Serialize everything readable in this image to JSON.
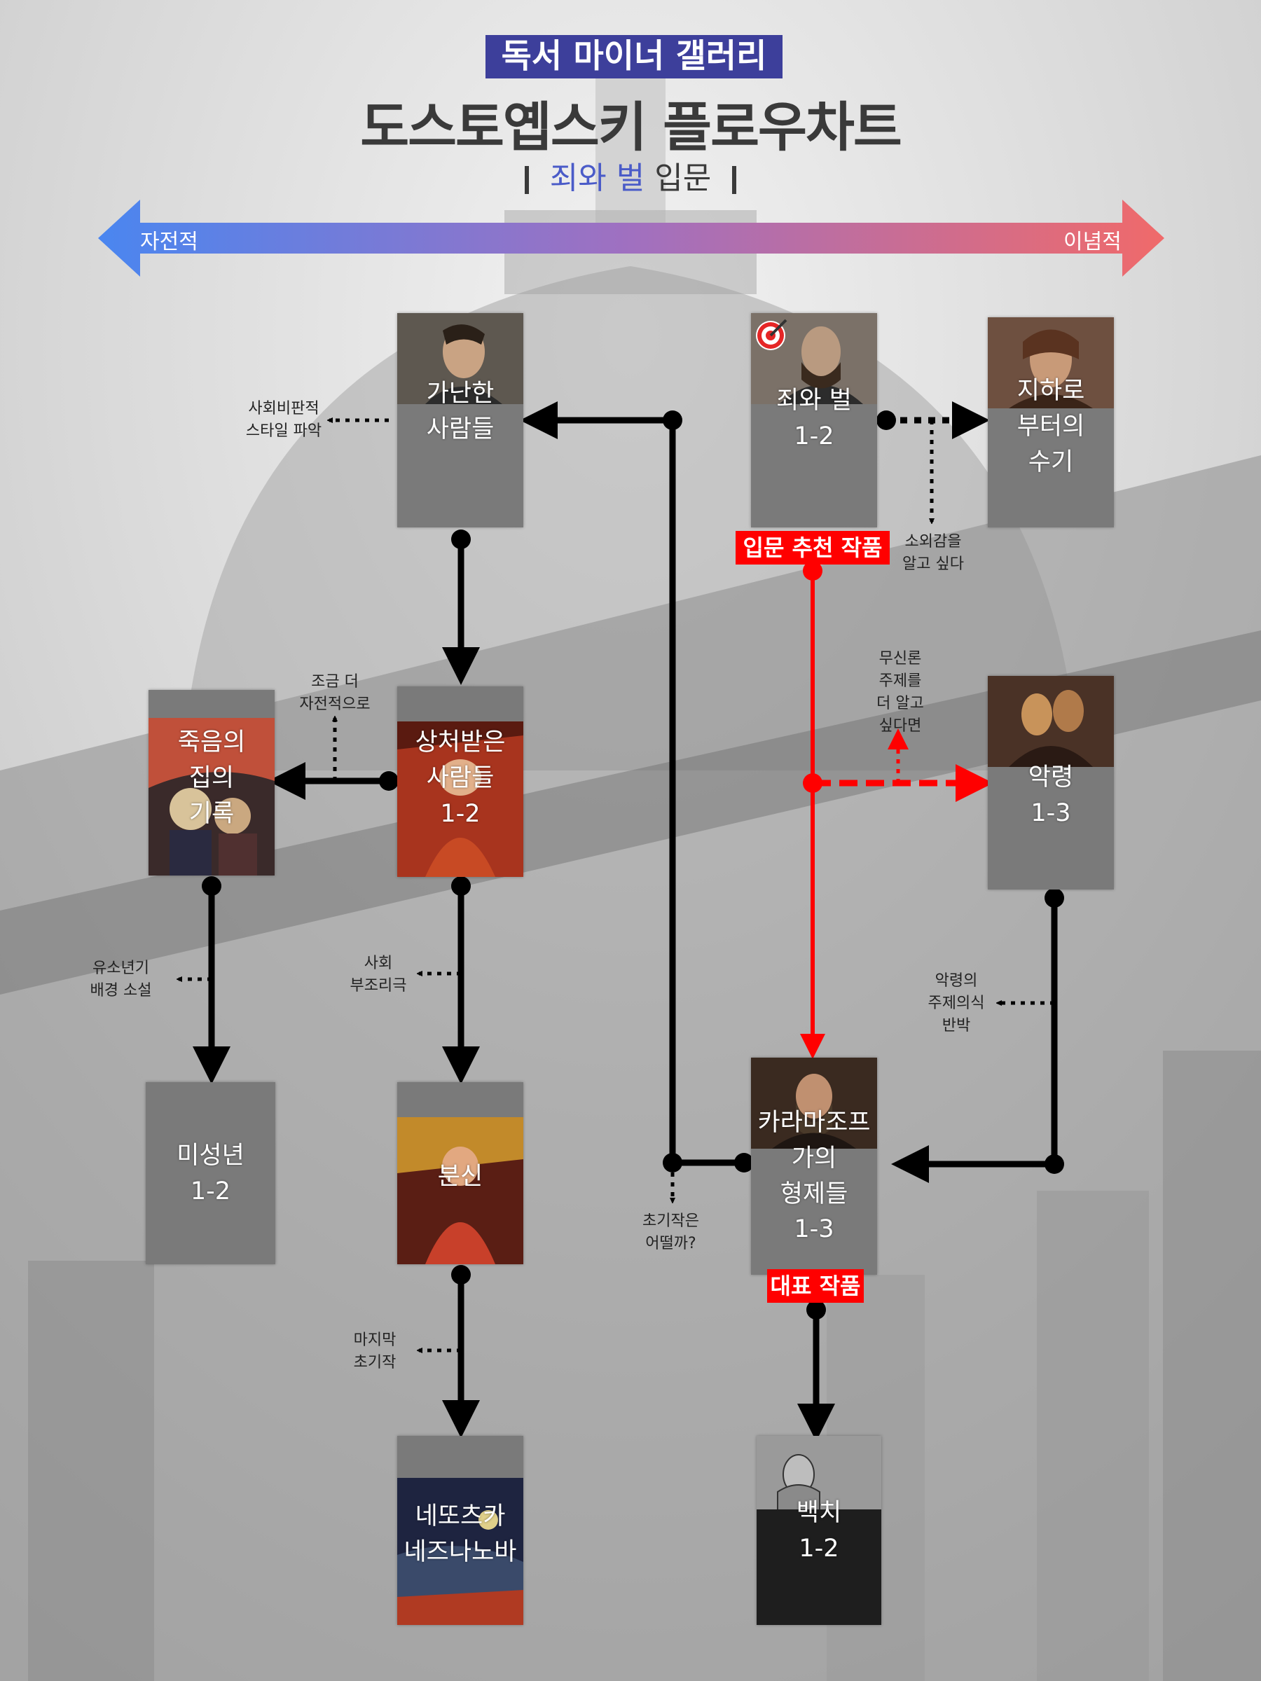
{
  "header": {
    "gallery": "독서 마이너 갤러리",
    "title": "도스토옙스키 플로우차트",
    "subtitle_accent": "죄와 벌",
    "subtitle_rest": "입문"
  },
  "axis": {
    "left": "자전적",
    "right": "이념적",
    "left_color": "#4a86f0",
    "right_color": "#f06a6a"
  },
  "books": {
    "poor_folk": [
      "가난한",
      "사람들"
    ],
    "crime": [
      "죄와 벌",
      "1-2"
    ],
    "underground": [
      "지하로",
      "부터의",
      "수기"
    ],
    "dead_house": [
      "죽음의",
      "집의",
      "기록"
    ],
    "insulted": [
      "상처받은",
      "사람들",
      "1-2"
    ],
    "demons": [
      "악령",
      "1-3"
    ],
    "adolescent": [
      "미성년",
      "1-2"
    ],
    "double": [
      "분신"
    ],
    "karamazov": [
      "카라마조프",
      "가의",
      "형제들",
      "1-3"
    ],
    "netochka": [
      "네또츠카",
      "네즈나노바"
    ],
    "idiot": [
      "백치",
      "1-2"
    ]
  },
  "notes": {
    "social_style": [
      "사회비판적",
      "스타일 파악"
    ],
    "alienation": [
      "소외감을",
      "알고 싶다"
    ],
    "atheism": [
      "무신론",
      "주제를",
      "더 알고",
      "싶다면"
    ],
    "more_auto": [
      "조금 더",
      "자전적으로"
    ],
    "youth": [
      "유소년기",
      "배경 소설"
    ],
    "absurd": [
      "사회",
      "부조리극"
    ],
    "demons_anti": [
      "악령의",
      "주제의식",
      "반박"
    ],
    "early": [
      "초기작은",
      "어떨까?"
    ],
    "last_early": [
      "마지막",
      "초기작"
    ]
  },
  "badges": {
    "recommend": "입문 추천 작품",
    "representative": "대표 작품"
  },
  "colors": {
    "gallery_bg": "#3d3f9b",
    "highlight": "#ff0000",
    "connector": "#000000"
  }
}
